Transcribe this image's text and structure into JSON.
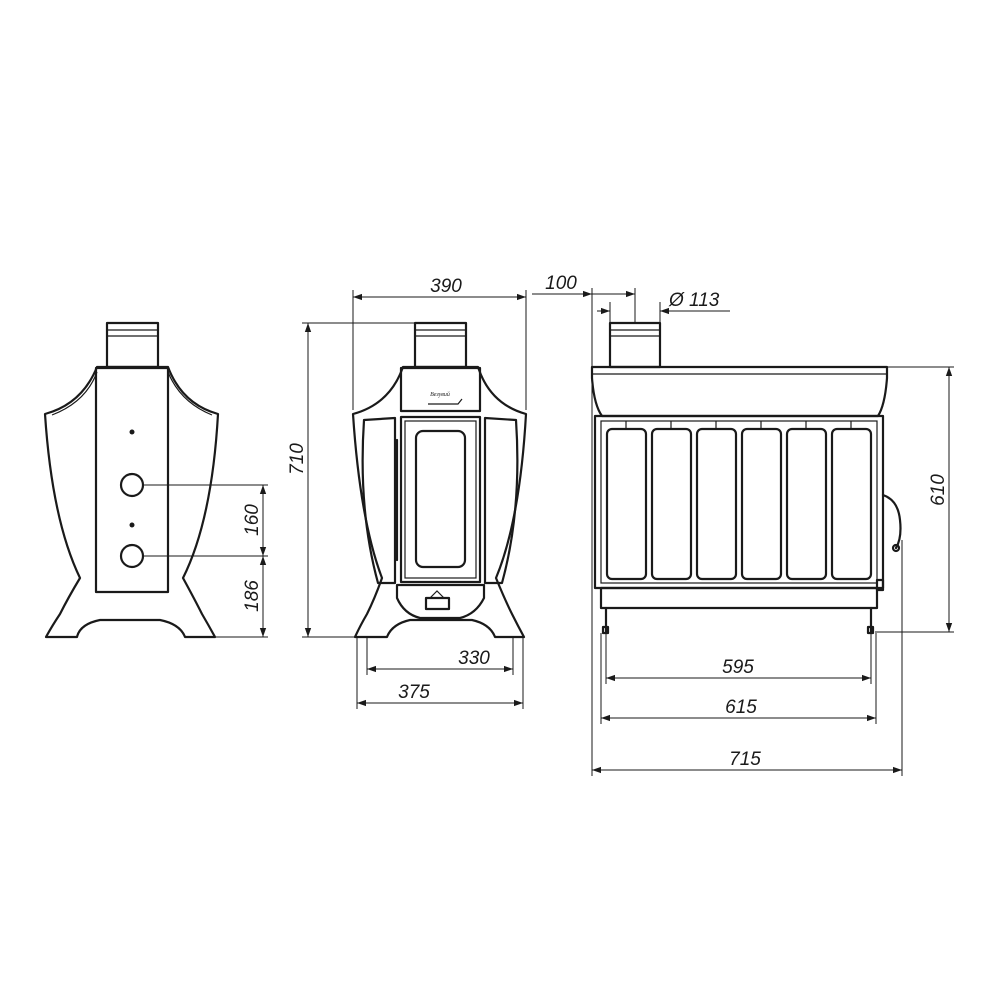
{
  "brand": "Везувий",
  "dimensions": {
    "side_view": {
      "hole_spacing": "160",
      "hole_height": "186"
    },
    "front_view": {
      "top_width": "390",
      "total_height": "710",
      "leg_span": "330",
      "base_width": "375"
    },
    "back_view": {
      "flue_offset": "100",
      "flue_diameter": "Ø 113",
      "body_height": "610",
      "inner_width": "595",
      "body_width": "615",
      "total_width": "715"
    }
  }
}
